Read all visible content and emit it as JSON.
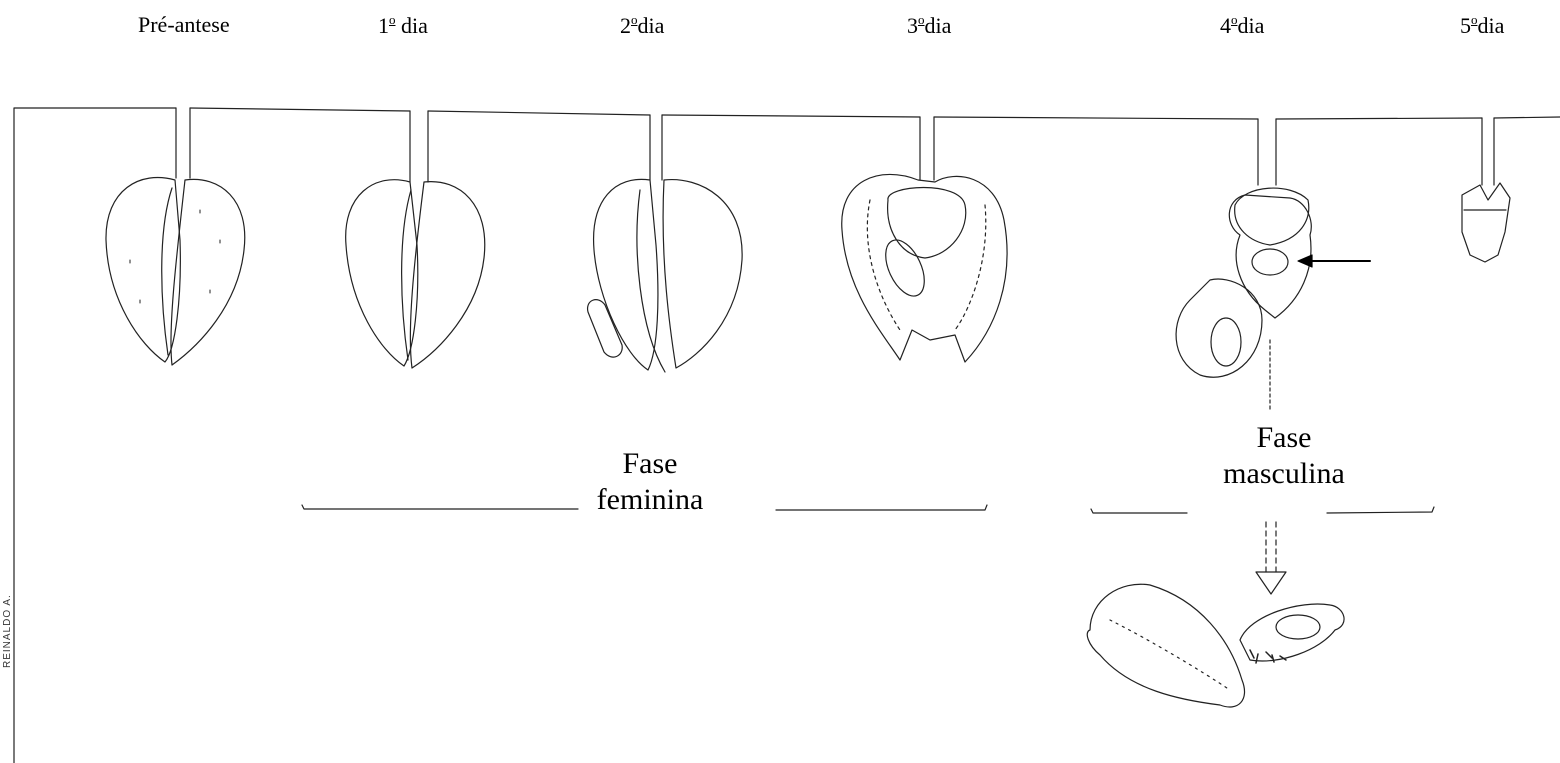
{
  "days": [
    {
      "pre": "Pré-antese",
      "sup": "",
      "post": ""
    },
    {
      "pre": "1",
      "sup": "o",
      "post": " dia"
    },
    {
      "pre": "2",
      "sup": "o",
      "post": "dia"
    },
    {
      "pre": "3",
      "sup": "o",
      "post": "dia"
    },
    {
      "pre": "4",
      "sup": "o",
      "post": "dia"
    },
    {
      "pre": "5",
      "sup": "o",
      "post": "dia"
    }
  ],
  "phases": {
    "female_line1": "Fase",
    "female_line2": "feminina",
    "male_line1": "Fase",
    "male_line2": "masculina"
  },
  "signature": "REINALDO A."
}
